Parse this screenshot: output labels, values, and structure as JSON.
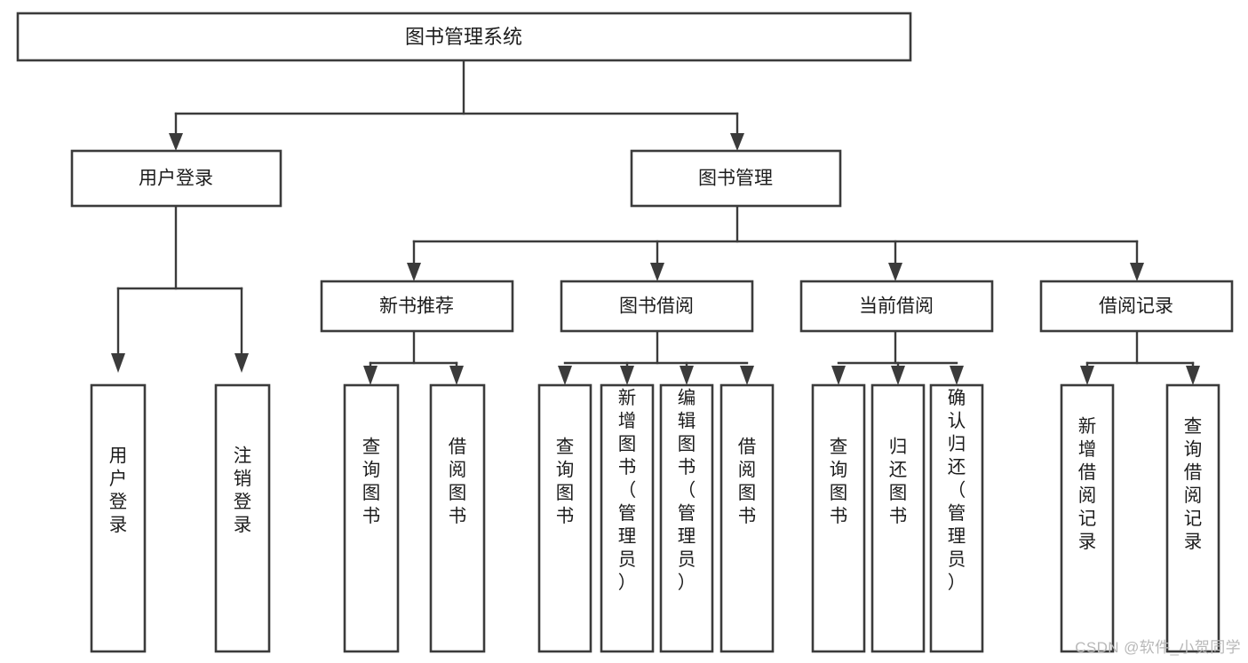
{
  "diagram": {
    "title": "图书管理系统",
    "type": "tree-hierarchy-chart",
    "root": {
      "label": "图书管理系统"
    },
    "level2": [
      {
        "label": "用户登录"
      },
      {
        "label": "图书管理"
      }
    ],
    "level3": [
      {
        "label": "新书推荐"
      },
      {
        "label": "图书借阅"
      },
      {
        "label": "当前借阅"
      },
      {
        "label": "借阅记录"
      }
    ],
    "leaves": {
      "user_login": [
        {
          "label": "用户登录"
        },
        {
          "label": "注销登录"
        }
      ],
      "new_book_recommend": [
        {
          "label": "查询图书"
        },
        {
          "label": "借阅图书"
        }
      ],
      "book_borrow": [
        {
          "label": "查询图书"
        },
        {
          "label": "新增图书（管理员）"
        },
        {
          "label": "编辑图书（管理员）"
        },
        {
          "label": "借阅图书"
        }
      ],
      "current_borrow": [
        {
          "label": "查询图书"
        },
        {
          "label": "归还图书"
        },
        {
          "label": "确认归还（管理员）"
        }
      ],
      "borrow_record": [
        {
          "label": "新增借阅记录"
        },
        {
          "label": "查询借阅记录"
        }
      ]
    }
  },
  "watermark": {
    "text": "CSDN @软件_小贺同学"
  },
  "colors": {
    "box_stroke": "#3b3b3b",
    "box_fill": "#ffffff",
    "text": "#1c1c1c",
    "background": "#ffffff",
    "watermark": "#b8b8b8"
  }
}
